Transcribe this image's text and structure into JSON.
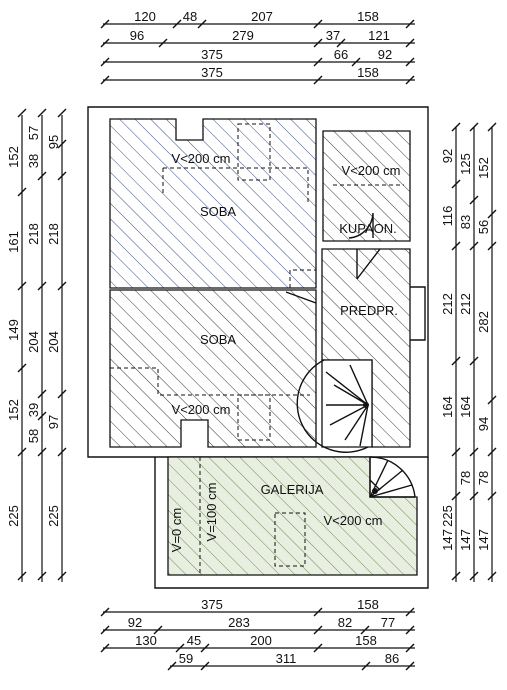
{
  "colors": {
    "line": "#111111",
    "hatch_blue": "#3b4f86",
    "hatch_dark": "#3a3a3a",
    "hatch_green": "#6e8b55",
    "galerija_fill": "#e9efe0"
  },
  "rooms": {
    "soba_top": "SOBA",
    "soba_bottom": "SOBA",
    "kupaon": "KUPAON.",
    "predpr": "PREDPR.",
    "galerija": "GALERIJA"
  },
  "notes": {
    "soba_top_height": "V<200 cm",
    "kupaon_height": "V<200 cm",
    "soba_bottom_height": "V<200 cm",
    "galerija_height": "V<200 cm",
    "galerija_v0": "V=0 cm",
    "galerija_v100": "V=100 cm"
  },
  "dims_top": {
    "row1": [
      "120",
      "48",
      "207",
      "158"
    ],
    "row2": [
      "96",
      "279",
      "37",
      "121"
    ],
    "row3": [
      "375",
      "66",
      "92"
    ],
    "row4": [
      "375",
      "158"
    ]
  },
  "dims_bottom": {
    "row1": [
      "375",
      "158"
    ],
    "row2": [
      "92",
      "283",
      "82",
      "77"
    ],
    "row3": [
      "130",
      "45",
      "200",
      "158"
    ],
    "row4": [
      "59",
      "311",
      "86"
    ]
  },
  "dims_left": {
    "col1": [
      "152",
      "161",
      "149",
      "152",
      "225"
    ],
    "col2": [
      "38",
      "218",
      "204",
      "39",
      "58"
    ],
    "col3": [
      "57",
      "95",
      "218",
      "204",
      "97",
      "225"
    ]
  },
  "dims_right": {
    "col1": [
      "92",
      "116",
      "212",
      "164",
      "225",
      "147"
    ],
    "col2": [
      "125",
      "83",
      "212",
      "164",
      "78",
      "147"
    ],
    "col3": [
      "152",
      "56",
      "282",
      "94",
      "78",
      "147"
    ]
  }
}
